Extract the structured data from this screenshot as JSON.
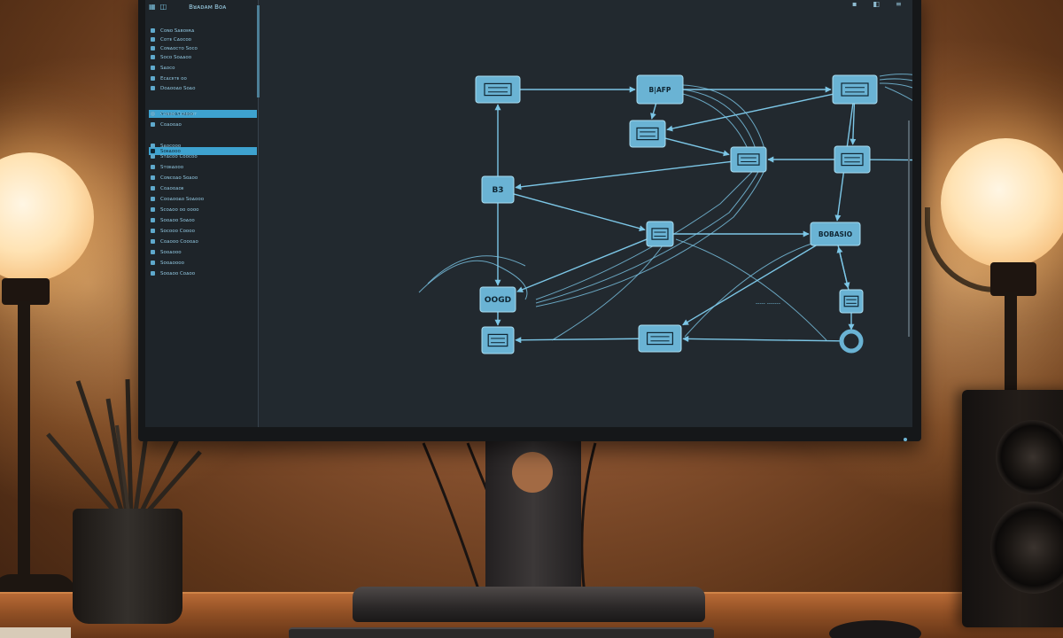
{
  "app": {
    "title": "Bᴚᴀᴅᴀᴍ Bᴏᴀ",
    "toolbar_icons": [
      "grid-icon",
      "layers-icon",
      "expand-icon"
    ],
    "window_icons": [
      "minimize-icon",
      "settings-icon",
      "menu-icon"
    ]
  },
  "sidebar": {
    "items": [
      {
        "label": "Cᴏɴᴏ Sᴀʙᴏᴇʀᴀ",
        "icon": "folder-icon",
        "active": false
      },
      {
        "label": "Cᴏᴛᴇ Cᴀᴏᴄᴏᴅ",
        "icon": "file-icon",
        "active": false
      },
      {
        "label": "Cᴏɴᴀᴏᴄᴛᴏ Sᴏᴄᴏ",
        "icon": "file-icon",
        "active": false
      },
      {
        "label": "Sᴏᴄᴏ Sᴏᴀᴀᴏᴏ",
        "icon": "file-icon",
        "active": false
      },
      {
        "label": "Sᴀᴏᴄᴏ",
        "icon": "file-icon",
        "active": false
      },
      {
        "label": "Eᴄᴀᴄᴇᴛᴇ ᴏᴏ",
        "icon": "file-icon",
        "active": false
      },
      {
        "label": "Dᴏᴀᴏᴏᴀᴏ Sᴏᴀᴏ",
        "icon": "file-icon",
        "active": false
      },
      {
        "label": "Sᴛᴇᴀᴄᴏᴏ ᴇᴀᴏᴏ",
        "icon": "file-icon",
        "active": true
      },
      {
        "label": "Cᴏɴᴏᴏ Cᴄᴇᴇᴏᴏᴛ",
        "icon": "file-icon",
        "active": false
      },
      {
        "label": "Cᴏᴀᴏᴏᴀᴏ",
        "icon": "file-icon",
        "active": false
      },
      {
        "label": "Sᴏᴇᴀᴏᴏᴏ",
        "icon": "file-icon",
        "active": true
      },
      {
        "label": "Sᴀᴏᴄᴏᴏᴏ",
        "icon": "file-icon",
        "active": false
      },
      {
        "label": "Sᴛᴀᴄᴏᴏ Cᴏᴏᴄᴏᴏ",
        "icon": "file-icon",
        "active": false
      },
      {
        "label": "Sᴛᴏᴇᴀᴏᴏᴏ",
        "icon": "file-icon",
        "active": false
      },
      {
        "label": "Cᴏɴᴄᴏᴀᴏ Sᴏᴀᴏᴏ",
        "icon": "file-icon",
        "active": false
      },
      {
        "label": "Cᴏᴀᴏᴏᴀᴏᴇ",
        "icon": "file-icon",
        "active": false
      },
      {
        "label": "Cᴏᴏᴀᴏᴏᴀᴏ Sᴏᴀᴏᴏᴏ",
        "icon": "file-icon",
        "active": false
      },
      {
        "label": "Sᴄᴏᴀᴏᴏ ᴏᴏ ᴏᴏᴏᴏ",
        "icon": "file-icon",
        "active": false
      },
      {
        "label": "Sᴏᴏᴀᴏᴏ Sᴏᴀᴏᴏ",
        "icon": "file-icon",
        "active": false
      },
      {
        "label": "Sᴏᴄᴏᴏᴏ Cᴏᴏᴏᴏ",
        "icon": "file-icon",
        "active": false
      },
      {
        "label": "Cᴏᴀᴏᴏᴏ Cᴏᴏᴏᴀᴏ",
        "icon": "file-icon",
        "active": false
      },
      {
        "label": "Sᴏᴏᴀᴏᴏᴏ",
        "icon": "file-icon",
        "active": false
      },
      {
        "label": "Sᴏᴏᴀᴏᴏᴏᴏ",
        "icon": "file-icon",
        "active": false
      },
      {
        "label": "Sᴏᴏᴀᴏᴏ Cᴏᴀᴏᴏ",
        "icon": "file-icon",
        "active": false
      }
    ]
  },
  "diagram": {
    "nodes": [
      {
        "id": "n1",
        "label": "",
        "icon": "database-icon"
      },
      {
        "id": "n2",
        "label": "B|AFP",
        "icon": "process-icon"
      },
      {
        "id": "n3",
        "label": "",
        "icon": "server-icon"
      },
      {
        "id": "n4",
        "label": "",
        "icon": "module-icon"
      },
      {
        "id": "n5",
        "label": "",
        "icon": "chat-icon"
      },
      {
        "id": "n6",
        "label": "",
        "icon": "list-icon"
      },
      {
        "id": "n7",
        "label": "",
        "icon": "list-icon"
      },
      {
        "id": "n8",
        "label": "B3",
        "icon": "block-icon"
      },
      {
        "id": "n9",
        "label": "",
        "icon": "link-icon"
      },
      {
        "id": "n10",
        "label": "BOBASIO",
        "icon": "service-icon"
      },
      {
        "id": "n11",
        "label": "OOGD",
        "icon": "gateway-icon"
      },
      {
        "id": "n12",
        "label": "",
        "icon": "grid-icon"
      },
      {
        "id": "n13",
        "label": "",
        "icon": "tool-icon"
      },
      {
        "id": "n14",
        "label": "",
        "icon": "card-icon"
      },
      {
        "id": "n15",
        "label": "",
        "icon": "end-circle-icon"
      }
    ],
    "side_note": "----- -------"
  },
  "colors": {
    "accent": "#7cc6e6",
    "node_fill": "#6ab3d4",
    "screen_bg": "#22292f",
    "active_item": "#3ea2cf"
  }
}
